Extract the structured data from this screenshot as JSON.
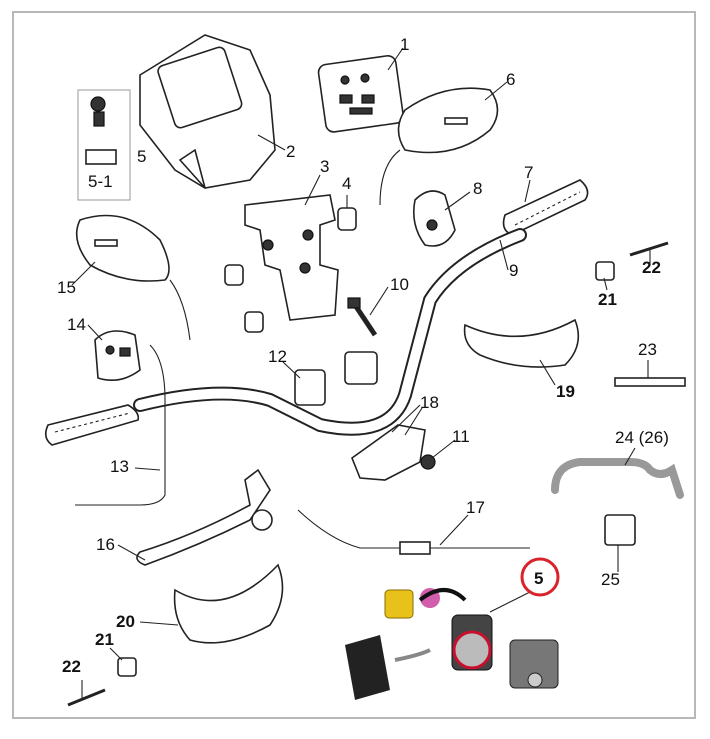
{
  "colors": {
    "border": "#b8b8b8",
    "highlight_circle": "#d8232a",
    "ink": "#222222",
    "key_yellow": "#e8c21a",
    "key_red": "#c8102e"
  },
  "labels": {
    "p1": "1",
    "p2": "2",
    "p3": "3",
    "p4": "4",
    "p5": "5",
    "p5_1": "5-1",
    "p6": "6",
    "p7": "7",
    "p8": "8",
    "p9": "9",
    "p10": "10",
    "p11": "11",
    "p12": "12",
    "p13": "13",
    "p14": "14",
    "p15": "15",
    "p16": "16",
    "p17": "17",
    "p18": "18",
    "p19": "19",
    "p20": "20",
    "p21a": "21",
    "p21b": "21",
    "p22a": "22",
    "p22b": "22",
    "p23": "23",
    "p24": "24 (26)",
    "p25": "25",
    "p5_highlight": "5"
  }
}
